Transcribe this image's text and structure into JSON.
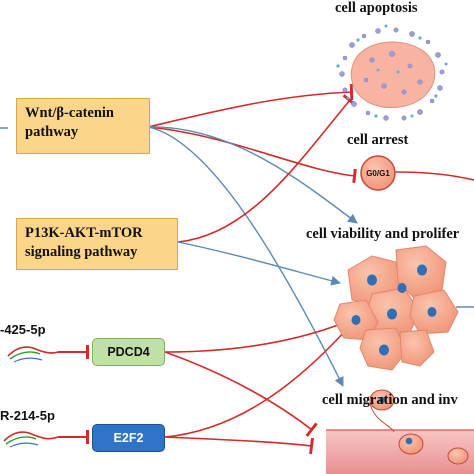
{
  "pathways": {
    "wnt": {
      "line1": "Wnt/β-catenin",
      "line2": "pathway"
    },
    "pi3k": {
      "line1": "P13K-AKT-mTOR",
      "line2": "signaling pathway"
    }
  },
  "mirnas": {
    "mir425": "-425-5p",
    "mir214": "R-214-5p"
  },
  "genes": {
    "pdcd4": "PDCD4",
    "e2f2": "E2F2"
  },
  "outcomes": {
    "apoptosis": "cell apoptosis",
    "arrest": "cell arrest",
    "arrest_phase": "G0/G1",
    "viability": "cell viability and prolifer",
    "migration": "cell migration and inv"
  },
  "colors": {
    "inhibition": "#d42a2a",
    "activation": "#5b89b5",
    "pathway_fill": "#fbd58a",
    "pdcd4_fill": "#bfe0a6",
    "e2f2_fill": "#2f74c8",
    "cell_fill": "#f6a98e",
    "nucleus": "#2e6fb5"
  }
}
